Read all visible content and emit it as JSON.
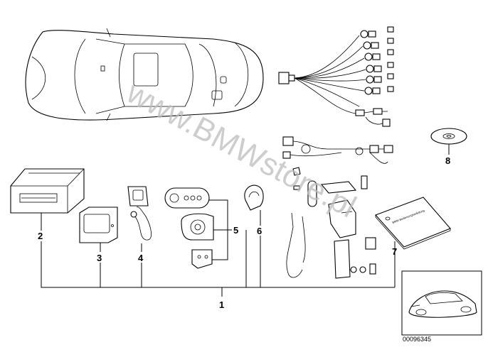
{
  "callouts": {
    "c1": "1",
    "c2": "2",
    "c3": "3",
    "c4": "4",
    "c5": "5",
    "c6": "6",
    "c7": "7",
    "c8": "8"
  },
  "watermark": "www.BMWstore.pl",
  "document_id": "00096345",
  "booklet_title": "BMW Bedienungsanleitung"
}
